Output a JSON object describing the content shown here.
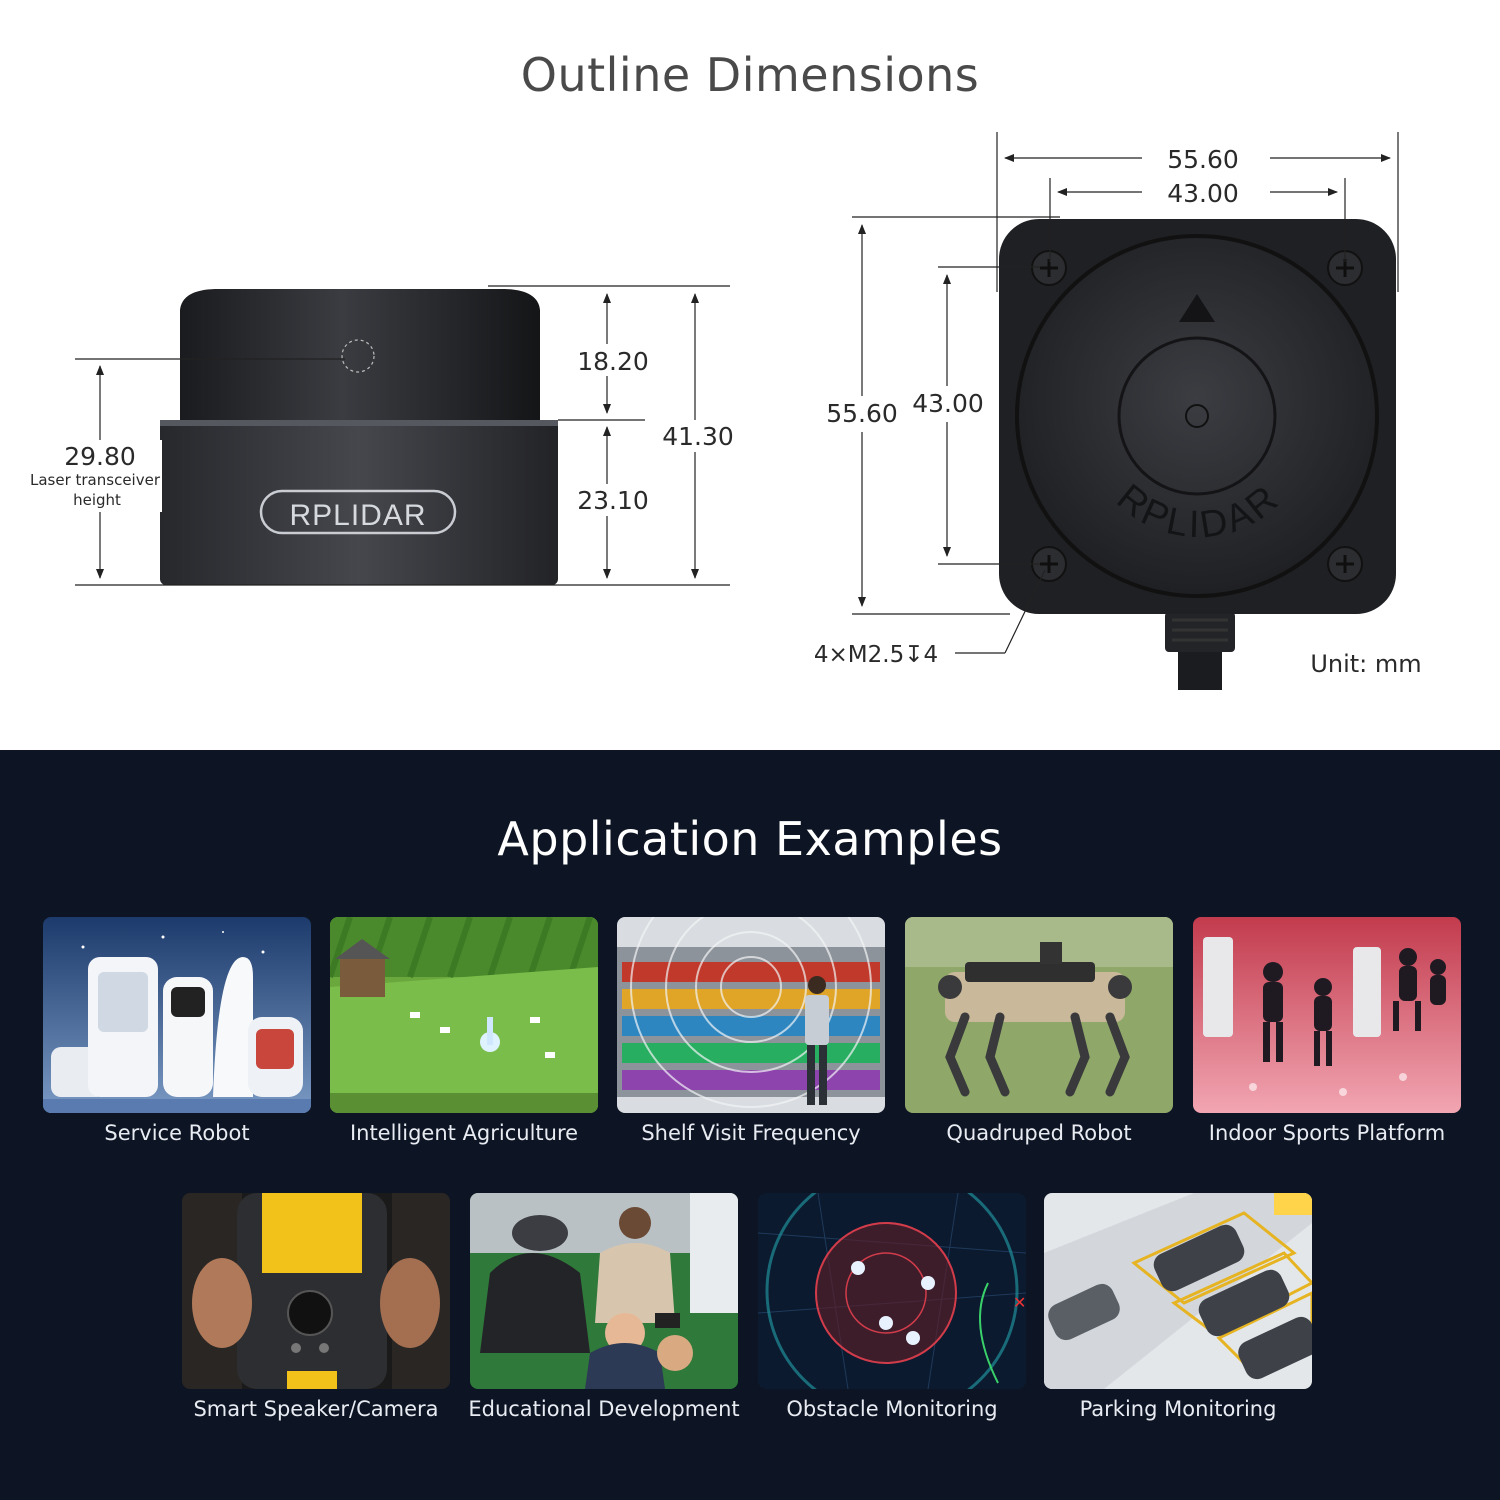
{
  "outline": {
    "title": "Outline Dimensions",
    "side_view": {
      "top_height": "18.20",
      "base_height": "23.10",
      "total_height": "41.30",
      "laser_height": "29.80",
      "laser_label_line1": "Laser transceiver",
      "laser_label_line2": "height",
      "brand": "RPLIDAR"
    },
    "top_view": {
      "outer_width": "55.60",
      "hole_width": "43.00",
      "outer_height": "55.60",
      "hole_height": "43.00",
      "screw_spec": "4×M2.5↧4",
      "brand": "RPLIDAR",
      "unit": "Unit: mm"
    }
  },
  "applications": {
    "title": "Application Examples",
    "row1": [
      {
        "label": "Service Robot"
      },
      {
        "label": "Intelligent Agriculture"
      },
      {
        "label": "Shelf Visit Frequency"
      },
      {
        "label": "Quadruped Robot"
      },
      {
        "label": "Indoor Sports Platform"
      }
    ],
    "row2": [
      {
        "label": "Smart Speaker/Camera"
      },
      {
        "label": "Educational Development"
      },
      {
        "label": "Obstacle Monitoring"
      },
      {
        "label": "Parking Monitoring"
      }
    ]
  },
  "colors": {
    "dark_bg": "#0d1423",
    "device_body": "#2b2d31",
    "dim_line": "#222222"
  }
}
